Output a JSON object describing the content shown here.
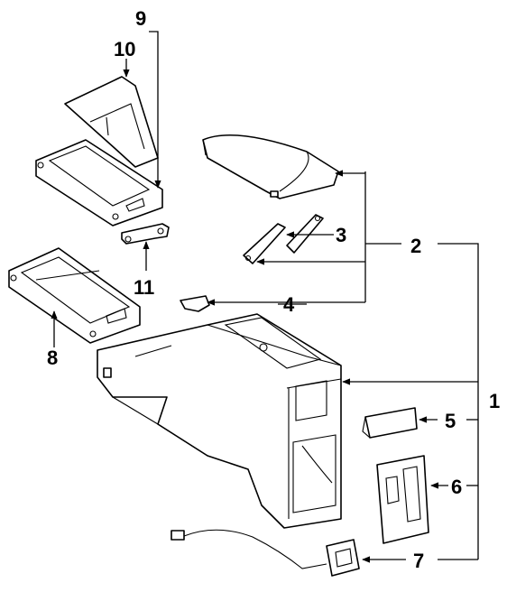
{
  "colors": {
    "line": "#000000",
    "background": "#ffffff"
  },
  "callouts": {
    "c1": "1",
    "c2": "2",
    "c3": "3",
    "c4": "4",
    "c5": "5",
    "c6": "6",
    "c7": "7",
    "c8": "8",
    "c9": "9",
    "c10": "10",
    "c11": "11"
  }
}
